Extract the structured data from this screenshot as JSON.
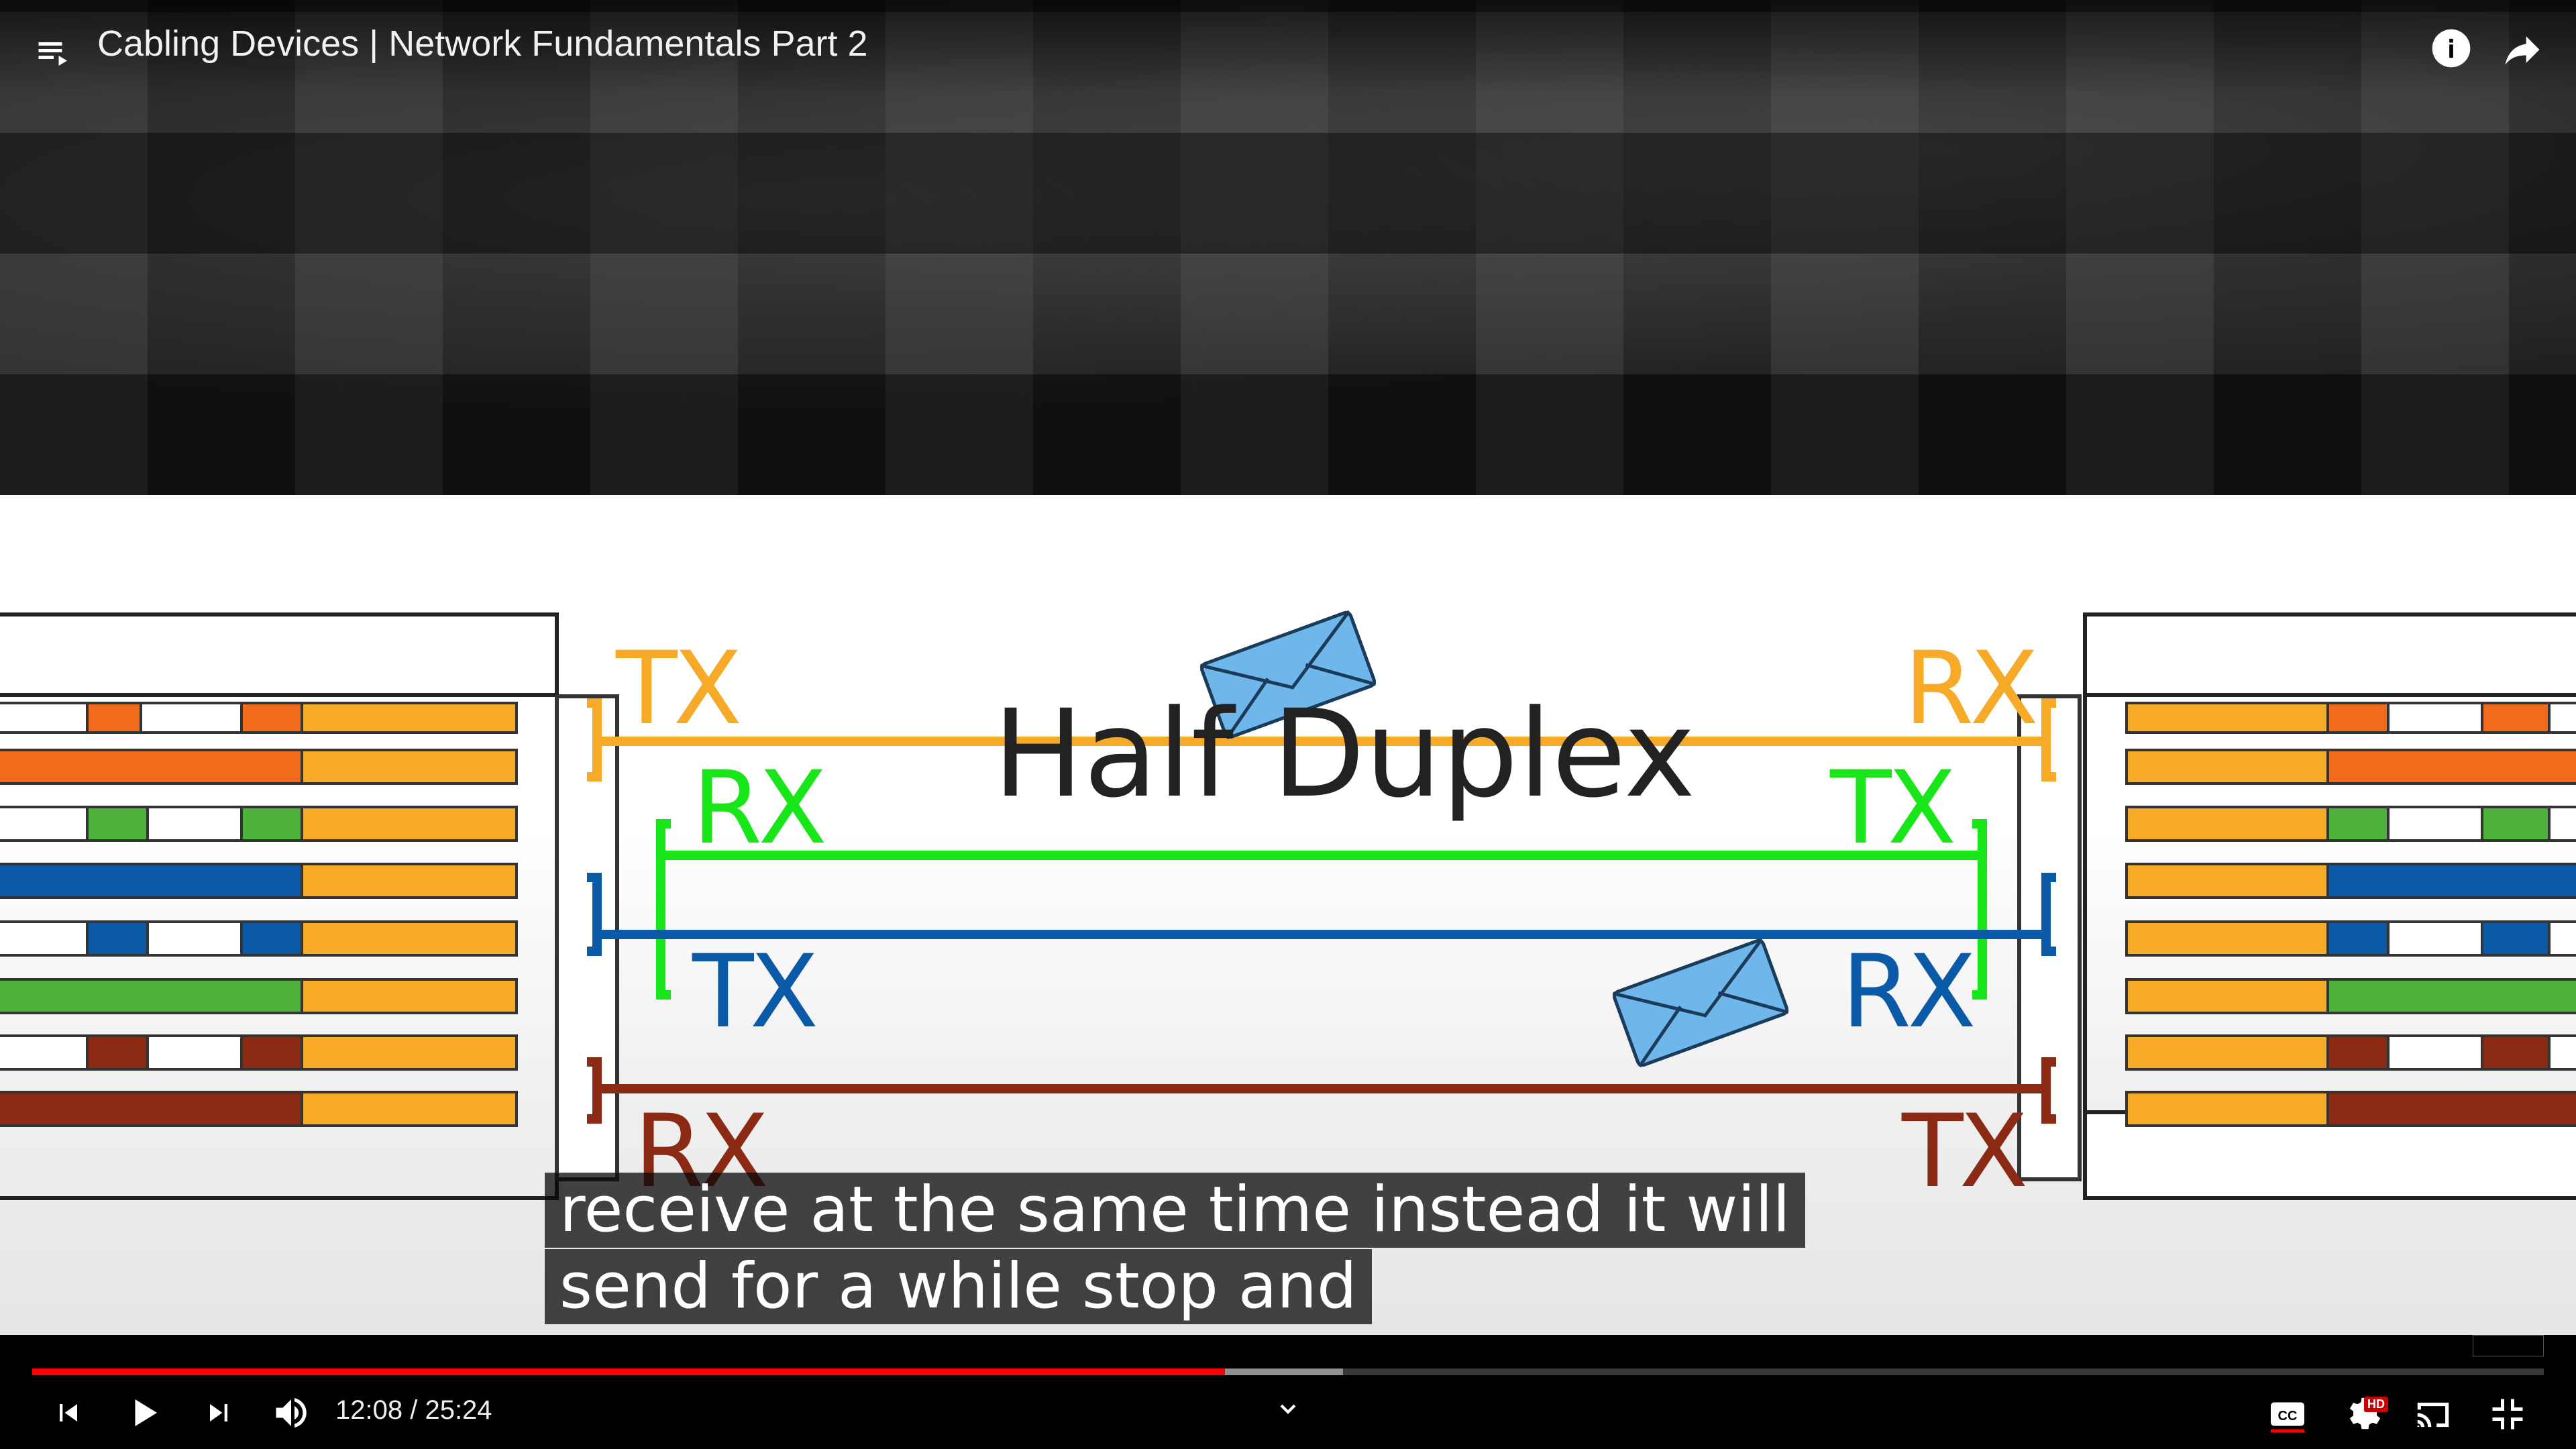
{
  "video": {
    "title": "Cabling Devices | Network Fundamentals Part 2",
    "time_current": "12:08",
    "time_separator": " / ",
    "time_total": "25:24",
    "progress_played": 0.475,
    "progress_buffered": 0.522
  },
  "slide": {
    "labels": {
      "tx_left_top": "TX",
      "rx_right_top": "RX",
      "rx_left_green": "RX",
      "tx_right_green": "TX",
      "tx_left_blue": "TX",
      "rx_right_blue": "RX",
      "rx_left_bottom": "RX",
      "tx_right_bottom": "TX"
    },
    "ghost_text": "Half Duplex",
    "colors": {
      "orange": "#f7a928",
      "green": "#19e619",
      "blue": "#0a5aa8",
      "brown": "#8b2a14",
      "envelope": "#6fb6ea"
    }
  },
  "captions": {
    "line1": "receive at the same time instead it will",
    "line2": "send for a while stop and"
  },
  "icons": {
    "playlist": "playlist-icon",
    "info": "info-icon",
    "share": "share-icon",
    "previous": "previous-icon",
    "play": "play-icon",
    "next": "next-icon",
    "volume": "volume-icon",
    "chapters": "chevron-down-icon",
    "captions": "cc-icon",
    "settings": "gear-icon",
    "cast": "cast-icon",
    "exit_fullscreen": "exit-fullscreen-icon"
  },
  "settings_badge": "HD"
}
